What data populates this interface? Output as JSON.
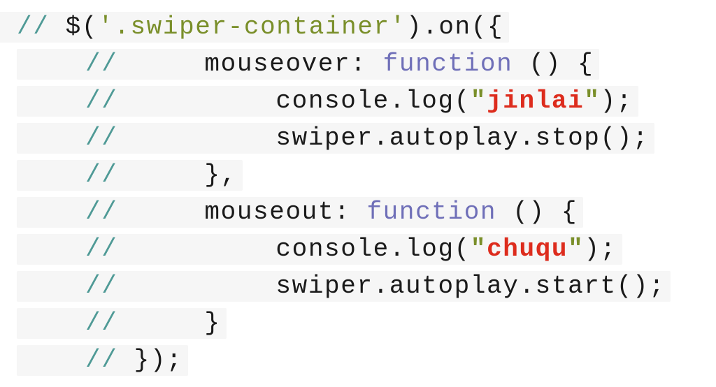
{
  "lines": [
    {
      "comment": "//",
      "pre": "$(",
      "string": "'.swiper-container'",
      "post": ").on({"
    },
    {
      "comment": "//",
      "key": "mouseover: ",
      "kw": "function",
      "post": " () {"
    },
    {
      "comment": "//",
      "pre": "console.log(",
      "q1": "\"",
      "bold": "jinlai",
      "q2": "\"",
      "post": ");"
    },
    {
      "comment": "//",
      "text": "swiper.autoplay.stop();"
    },
    {
      "comment": "//",
      "text": "},"
    },
    {
      "comment": "//",
      "key": "mouseout: ",
      "kw": "function",
      "post": " () {"
    },
    {
      "comment": "//",
      "pre": "console.log(",
      "q1": "\"",
      "bold": "chuqu",
      "q2": "\"",
      "post": ");"
    },
    {
      "comment": "//",
      "text": "swiper.autoplay.start();"
    },
    {
      "comment": "//",
      "text": "}"
    },
    {
      "comment": "//",
      "text": "});"
    }
  ]
}
